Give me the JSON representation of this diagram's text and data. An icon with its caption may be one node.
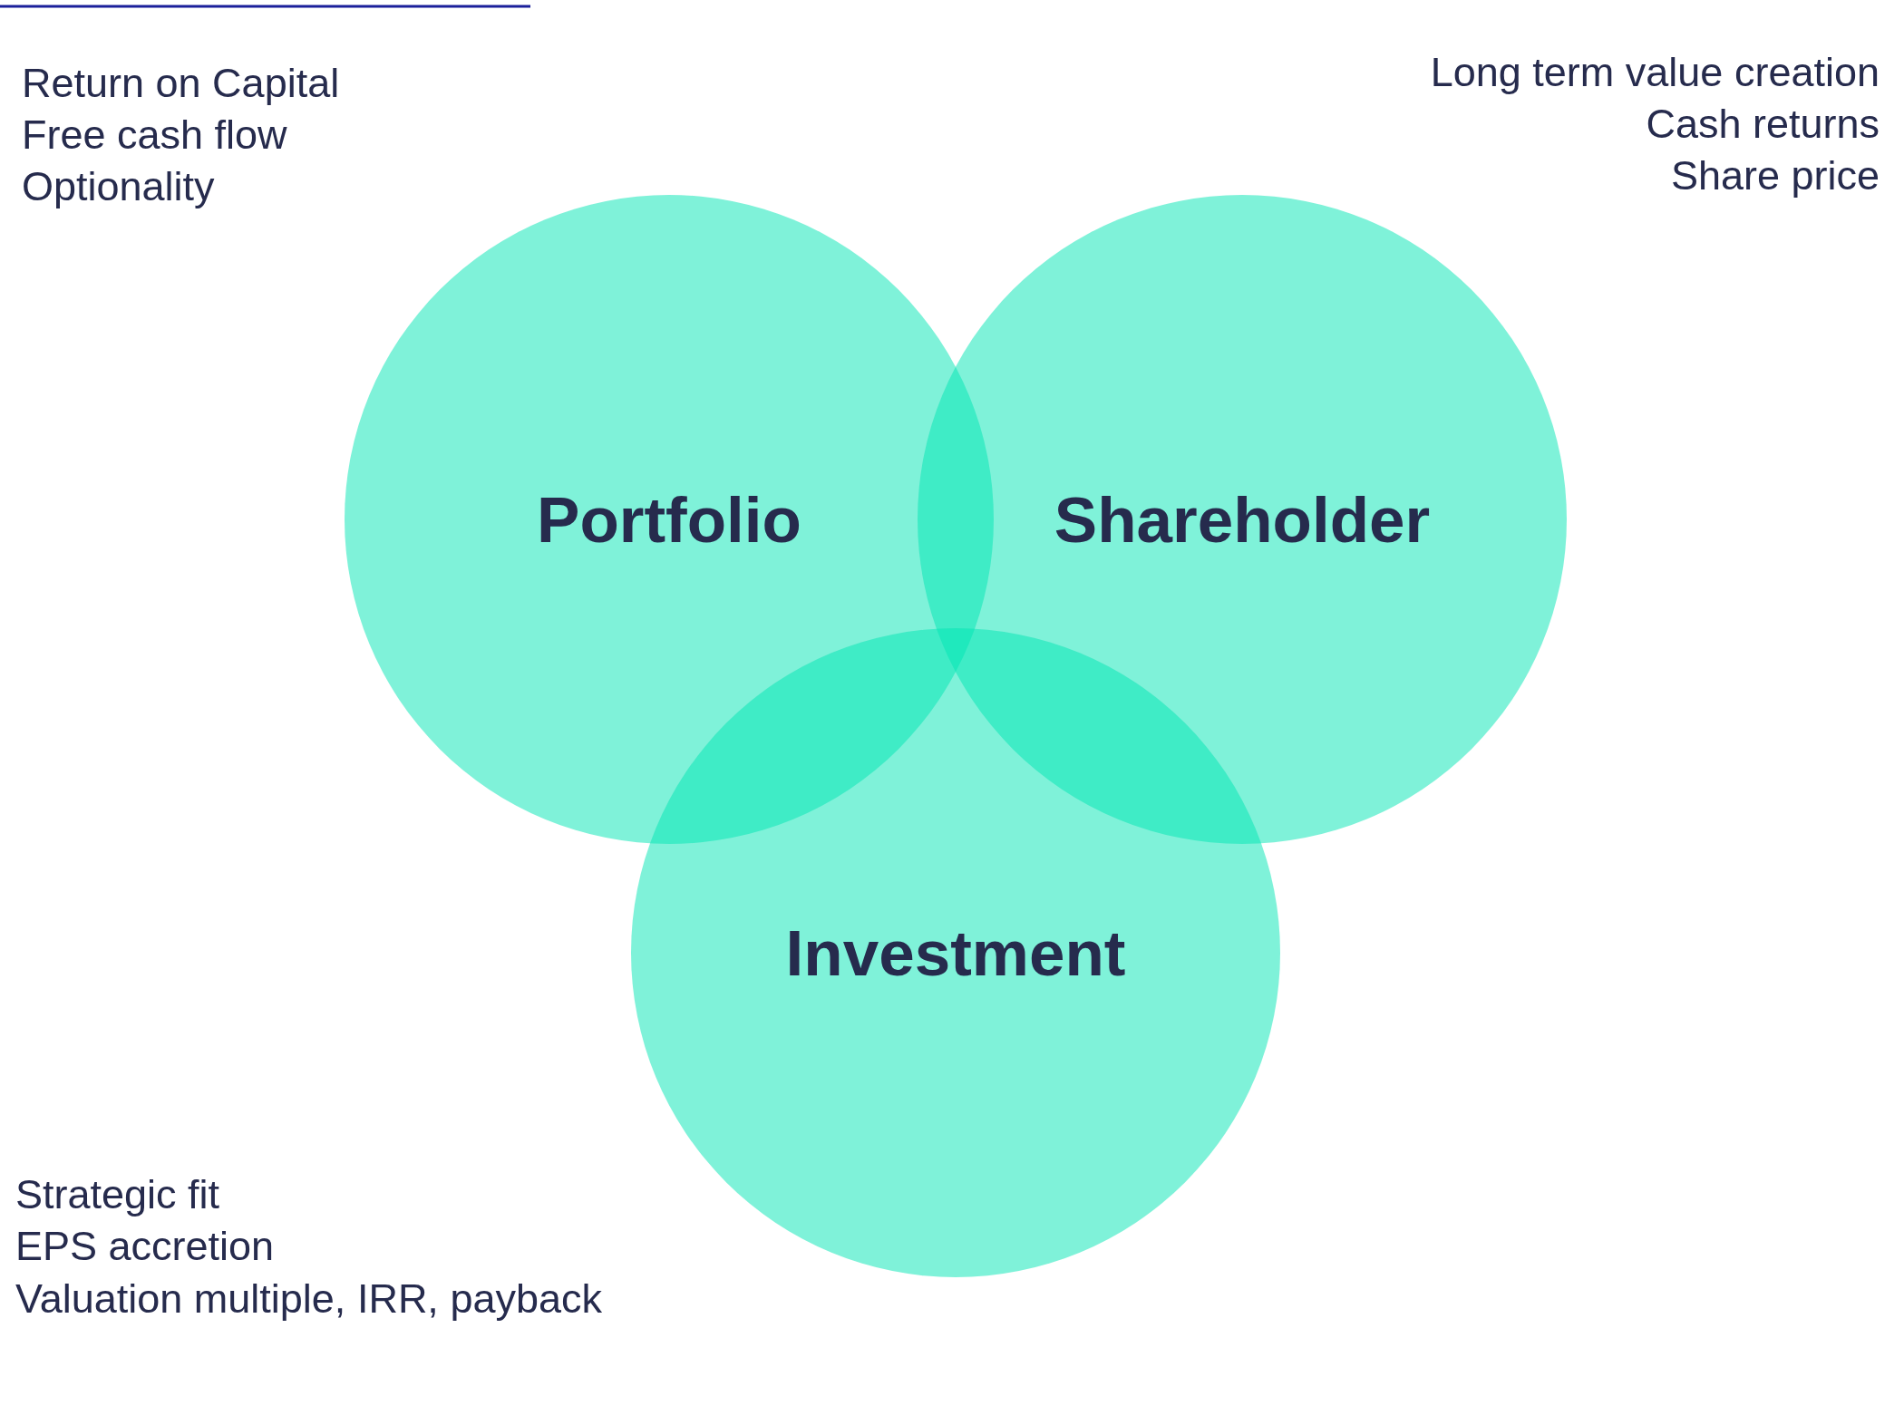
{
  "diagram": {
    "nodes": [
      {
        "text": [
          "Portfolio"
        ]
      },
      {
        "text": [
          "Shareholder"
        ]
      },
      {
        "text": [
          "Investment"
        ]
      }
    ],
    "edges": [],
    "labels": [
      "Return on Capital",
      "Free cash flow",
      "Optionality",
      "Long term value creation",
      "Cash returns",
      "Share price",
      "Strategic fit",
      "EPS accretion",
      "Valuation multiple, IRR, payback"
    ]
  }
}
